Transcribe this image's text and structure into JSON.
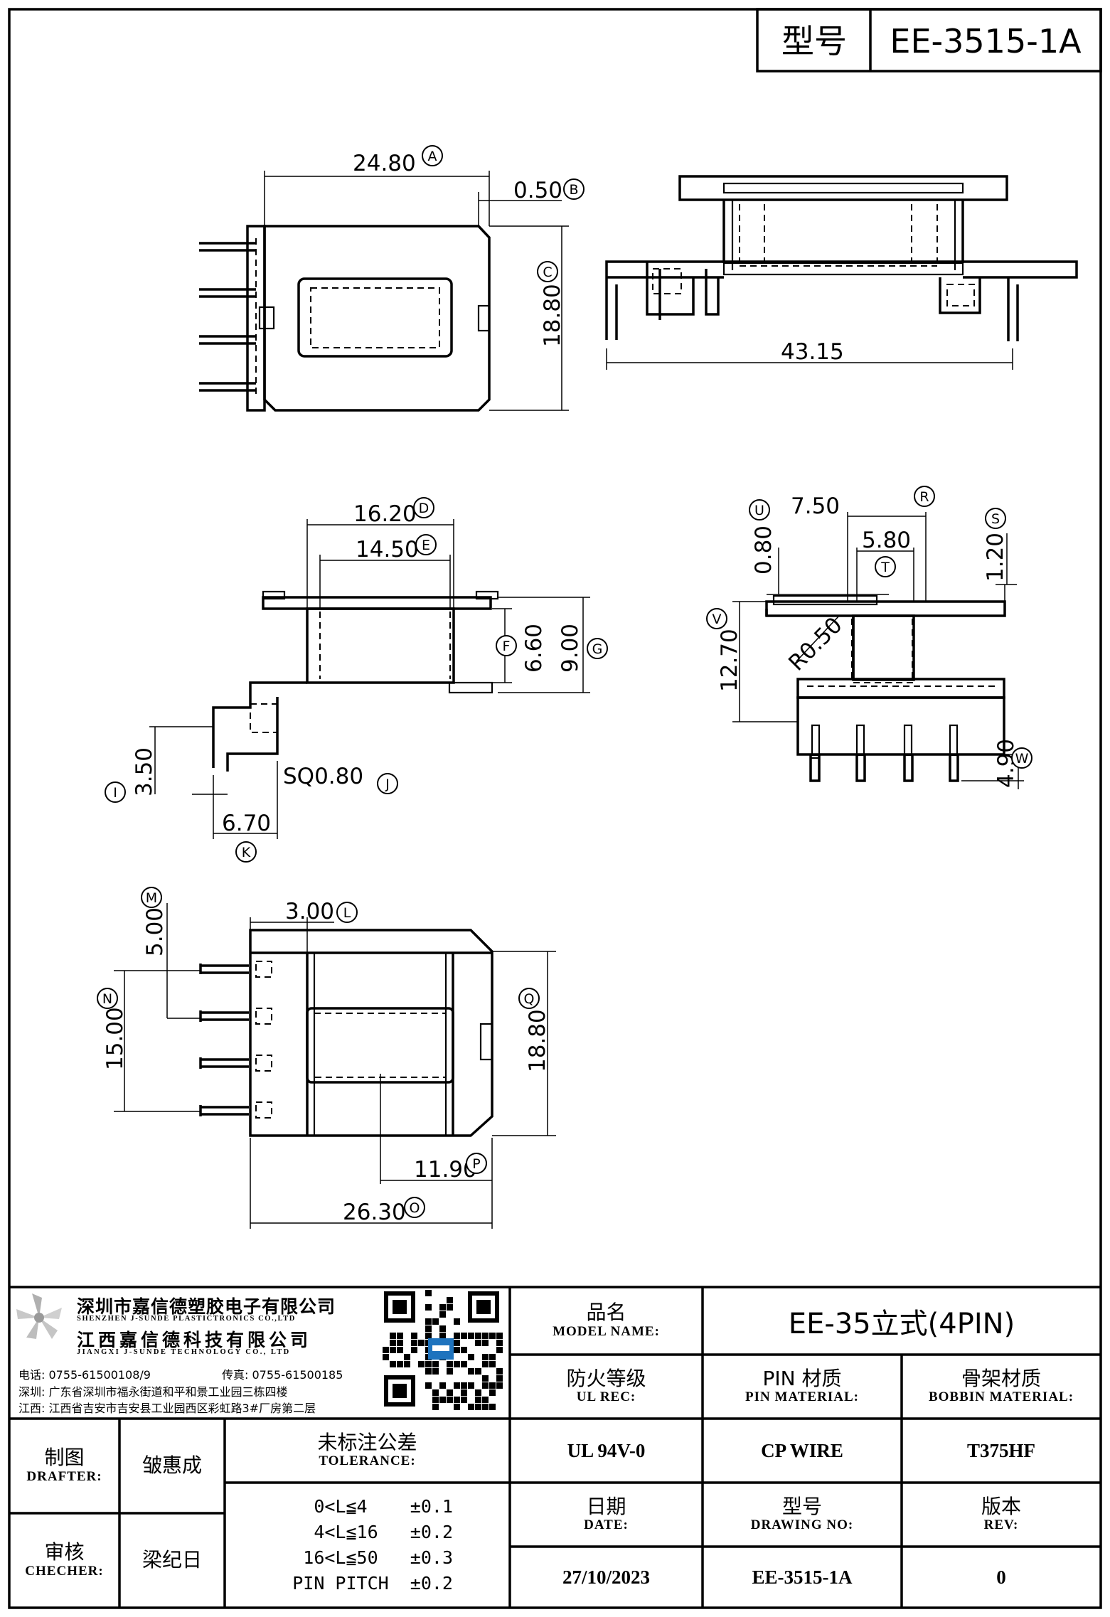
{
  "header": {
    "model_label": "型号",
    "model_value": "EE-3515-1A"
  },
  "dimensions": {
    "A": "24.80",
    "B": "0.50",
    "C": "18.80",
    "D": "16.20",
    "E": "14.50",
    "F": "6.60",
    "G": "9.00",
    "I": "3.50",
    "J": "SQ0.80",
    "K": "6.70",
    "L": "3.00",
    "M": "5.00",
    "N": "15.00",
    "O": "26.30",
    "P": "11.90",
    "Q": "18.80",
    "R": "7.50",
    "S": "1.20",
    "T": "5.80",
    "U": "0.80",
    "V": "12.70",
    "W": "4.90",
    "radius": "R0.50",
    "length": "43.15"
  },
  "company": {
    "name_cn_1": "深圳市嘉信德塑胶电子有限公司",
    "name_en_1": "SHENZHEN J-SUNDE PLASTICTRONICS CO.,LTD",
    "name_cn_2": "江西嘉信德科技有限公司",
    "name_en_2": "JIANGXI J-SUNDE TECHNOLOGY CO., LTD",
    "phone": "电话: 0755-61500108/9",
    "fax": "传真: 0755-61500185",
    "addr_sz": "深圳: 广东省深圳市福永街道和平和景工业园三栋四楼",
    "addr_jx": "江西: 江西省吉安市吉安县工业园西区彩虹路3#厂房第二层"
  },
  "title_block": {
    "model_name_cn": "品名",
    "model_name_en": "MODEL NAME:",
    "model_name_value": "EE-35立式(4PIN)",
    "ul_cn": "防火等级",
    "ul_en": "UL REC:",
    "ul_value": "UL 94V-0",
    "pin_cn": "PIN 材质",
    "pin_en": "PIN MATERIAL:",
    "pin_value": "CP WIRE",
    "bobbin_cn": "骨架材质",
    "bobbin_en": "BOBBIN MATERIAL:",
    "bobbin_value": "T375HF",
    "drafter_cn": "制图",
    "drafter_en": "DRAFTER:",
    "drafter_value": "皱惠成",
    "checker_cn": "审核",
    "checker_en": "CHECHER:",
    "checker_value": "梁纪日",
    "tolerance_cn": "未标注公差",
    "tolerance_en": "TOLERANCE:",
    "tolerances": [
      "0<L≦4    ±0.1",
      "4<L≦16   ±0.2",
      "16<L≦50   ±0.3",
      "PIN PITCH  ±0.2"
    ],
    "date_cn": "日期",
    "date_en": "DATE:",
    "date_value": "27/10/2023",
    "drawing_cn": "型号",
    "drawing_en": "DRAWING NO:",
    "drawing_value": "EE-3515-1A",
    "rev_cn": "版本",
    "rev_en": "REV:",
    "rev_value": "0"
  }
}
